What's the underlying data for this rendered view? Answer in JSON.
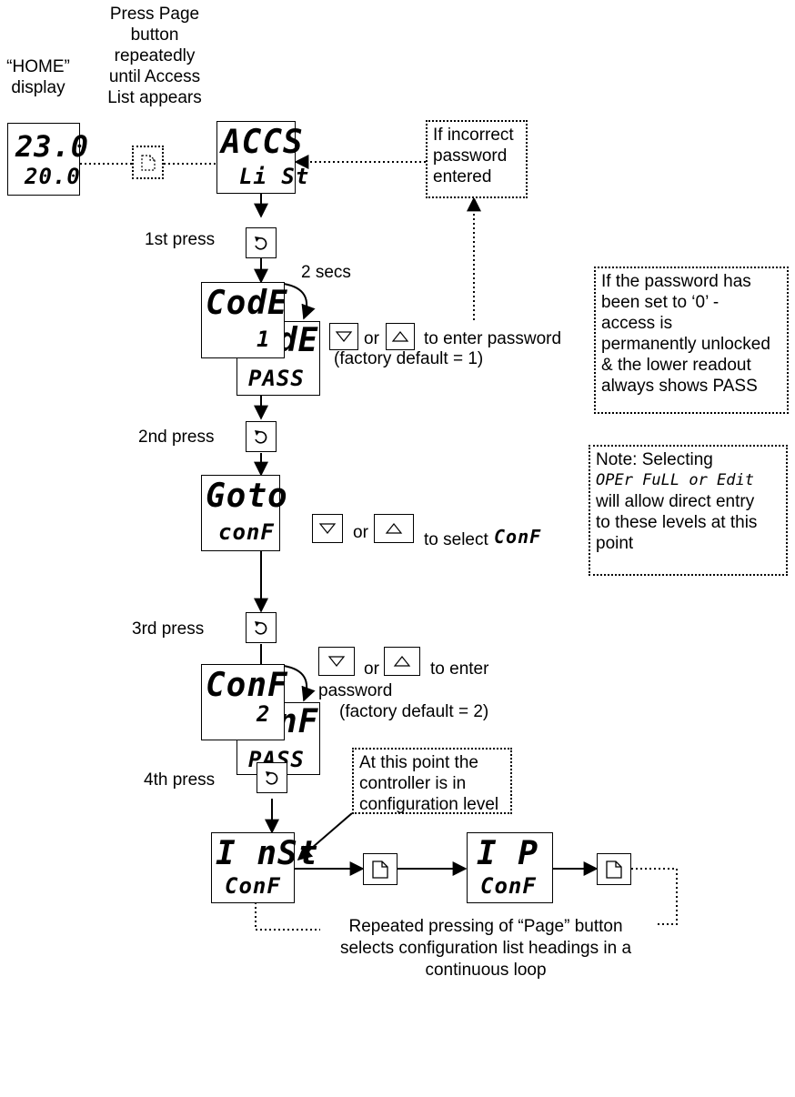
{
  "labels": {
    "home_title_1": "“HOME”",
    "home_title_2": "display",
    "press_page_1": "Press Page",
    "press_page_2": "button",
    "press_page_3": "repeatedly",
    "press_page_4": "until Access",
    "press_page_5": "List appears",
    "first_press": "1st press",
    "second_press": "2nd press",
    "third_press": "3rd press",
    "fourth_press": "4th press",
    "two_secs": "2 secs",
    "or_1": "or",
    "enter_password_1": "to enter password",
    "factory_default_1": "(factory default = 1)",
    "or_2": "or",
    "to_select": "to select",
    "or_3": "or",
    "enter_password_2a": "to enter",
    "enter_password_2b": "password",
    "factory_default_2": "(factory default = 2)",
    "loop_1": "Repeated pressing of “Page” button",
    "loop_2": "selects configuration list headings in a",
    "loop_3": "continuous loop"
  },
  "notes": {
    "incorrect": [
      "If incorrect",
      "password",
      "entered"
    ],
    "password_zero": [
      "If the password has",
      "been set to ‘0’ -",
      "access is",
      "permanently unlocked",
      "& the lower readout",
      "always shows PASS"
    ],
    "selecting": [
      "Note: Selecting",
      "OPEr  FuLL  or Edit",
      "will allow direct entry",
      "to these levels at this",
      "point"
    ],
    "config_level": [
      "At this point the",
      "controller is in",
      "configuration level"
    ]
  },
  "displays": {
    "home": {
      "upper": "23.0",
      "lower": "20.0"
    },
    "access": {
      "upper": "ACCS",
      "lower": "Li St"
    },
    "code_front": {
      "upper": "CodE",
      "lower": "1"
    },
    "code_back": {
      "upper": "dE",
      "lower": "PASS"
    },
    "goto": {
      "upper": "Goto",
      "lower": "conF"
    },
    "conf_front": {
      "upper": "ConF",
      "lower": "2"
    },
    "conf_back": {
      "upper": "nF",
      "lower": "PASS"
    },
    "inst": {
      "upper": "I nSt",
      "lower": "ConF"
    },
    "ip": {
      "upper": "I P",
      "lower": "ConF"
    },
    "select_target": "ConF"
  }
}
